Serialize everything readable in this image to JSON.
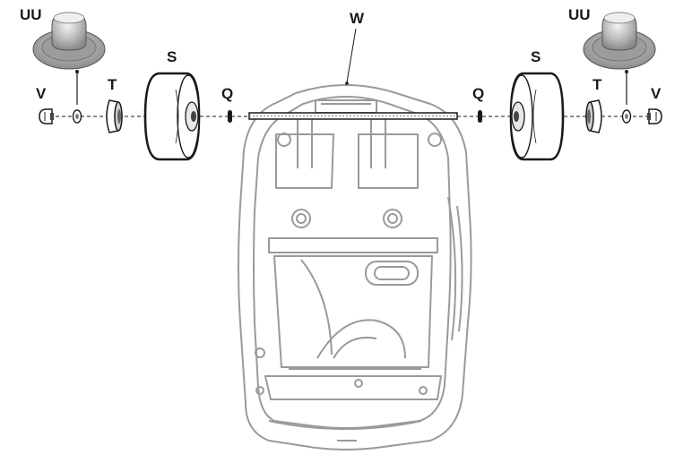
{
  "labels": {
    "uu_left": "UU",
    "uu_right": "UU",
    "w": "W",
    "s_left": "S",
    "s_right": "S",
    "v_left": "V",
    "v_right": "V",
    "t_left": "T",
    "t_right": "T",
    "q_left": "Q",
    "q_right": "Q"
  },
  "colors": {
    "outline": "#1a1a1a",
    "body_outline": "#9a9a9a",
    "body_fill": "#ffffff",
    "cap_fill": "#d8d8d8"
  }
}
